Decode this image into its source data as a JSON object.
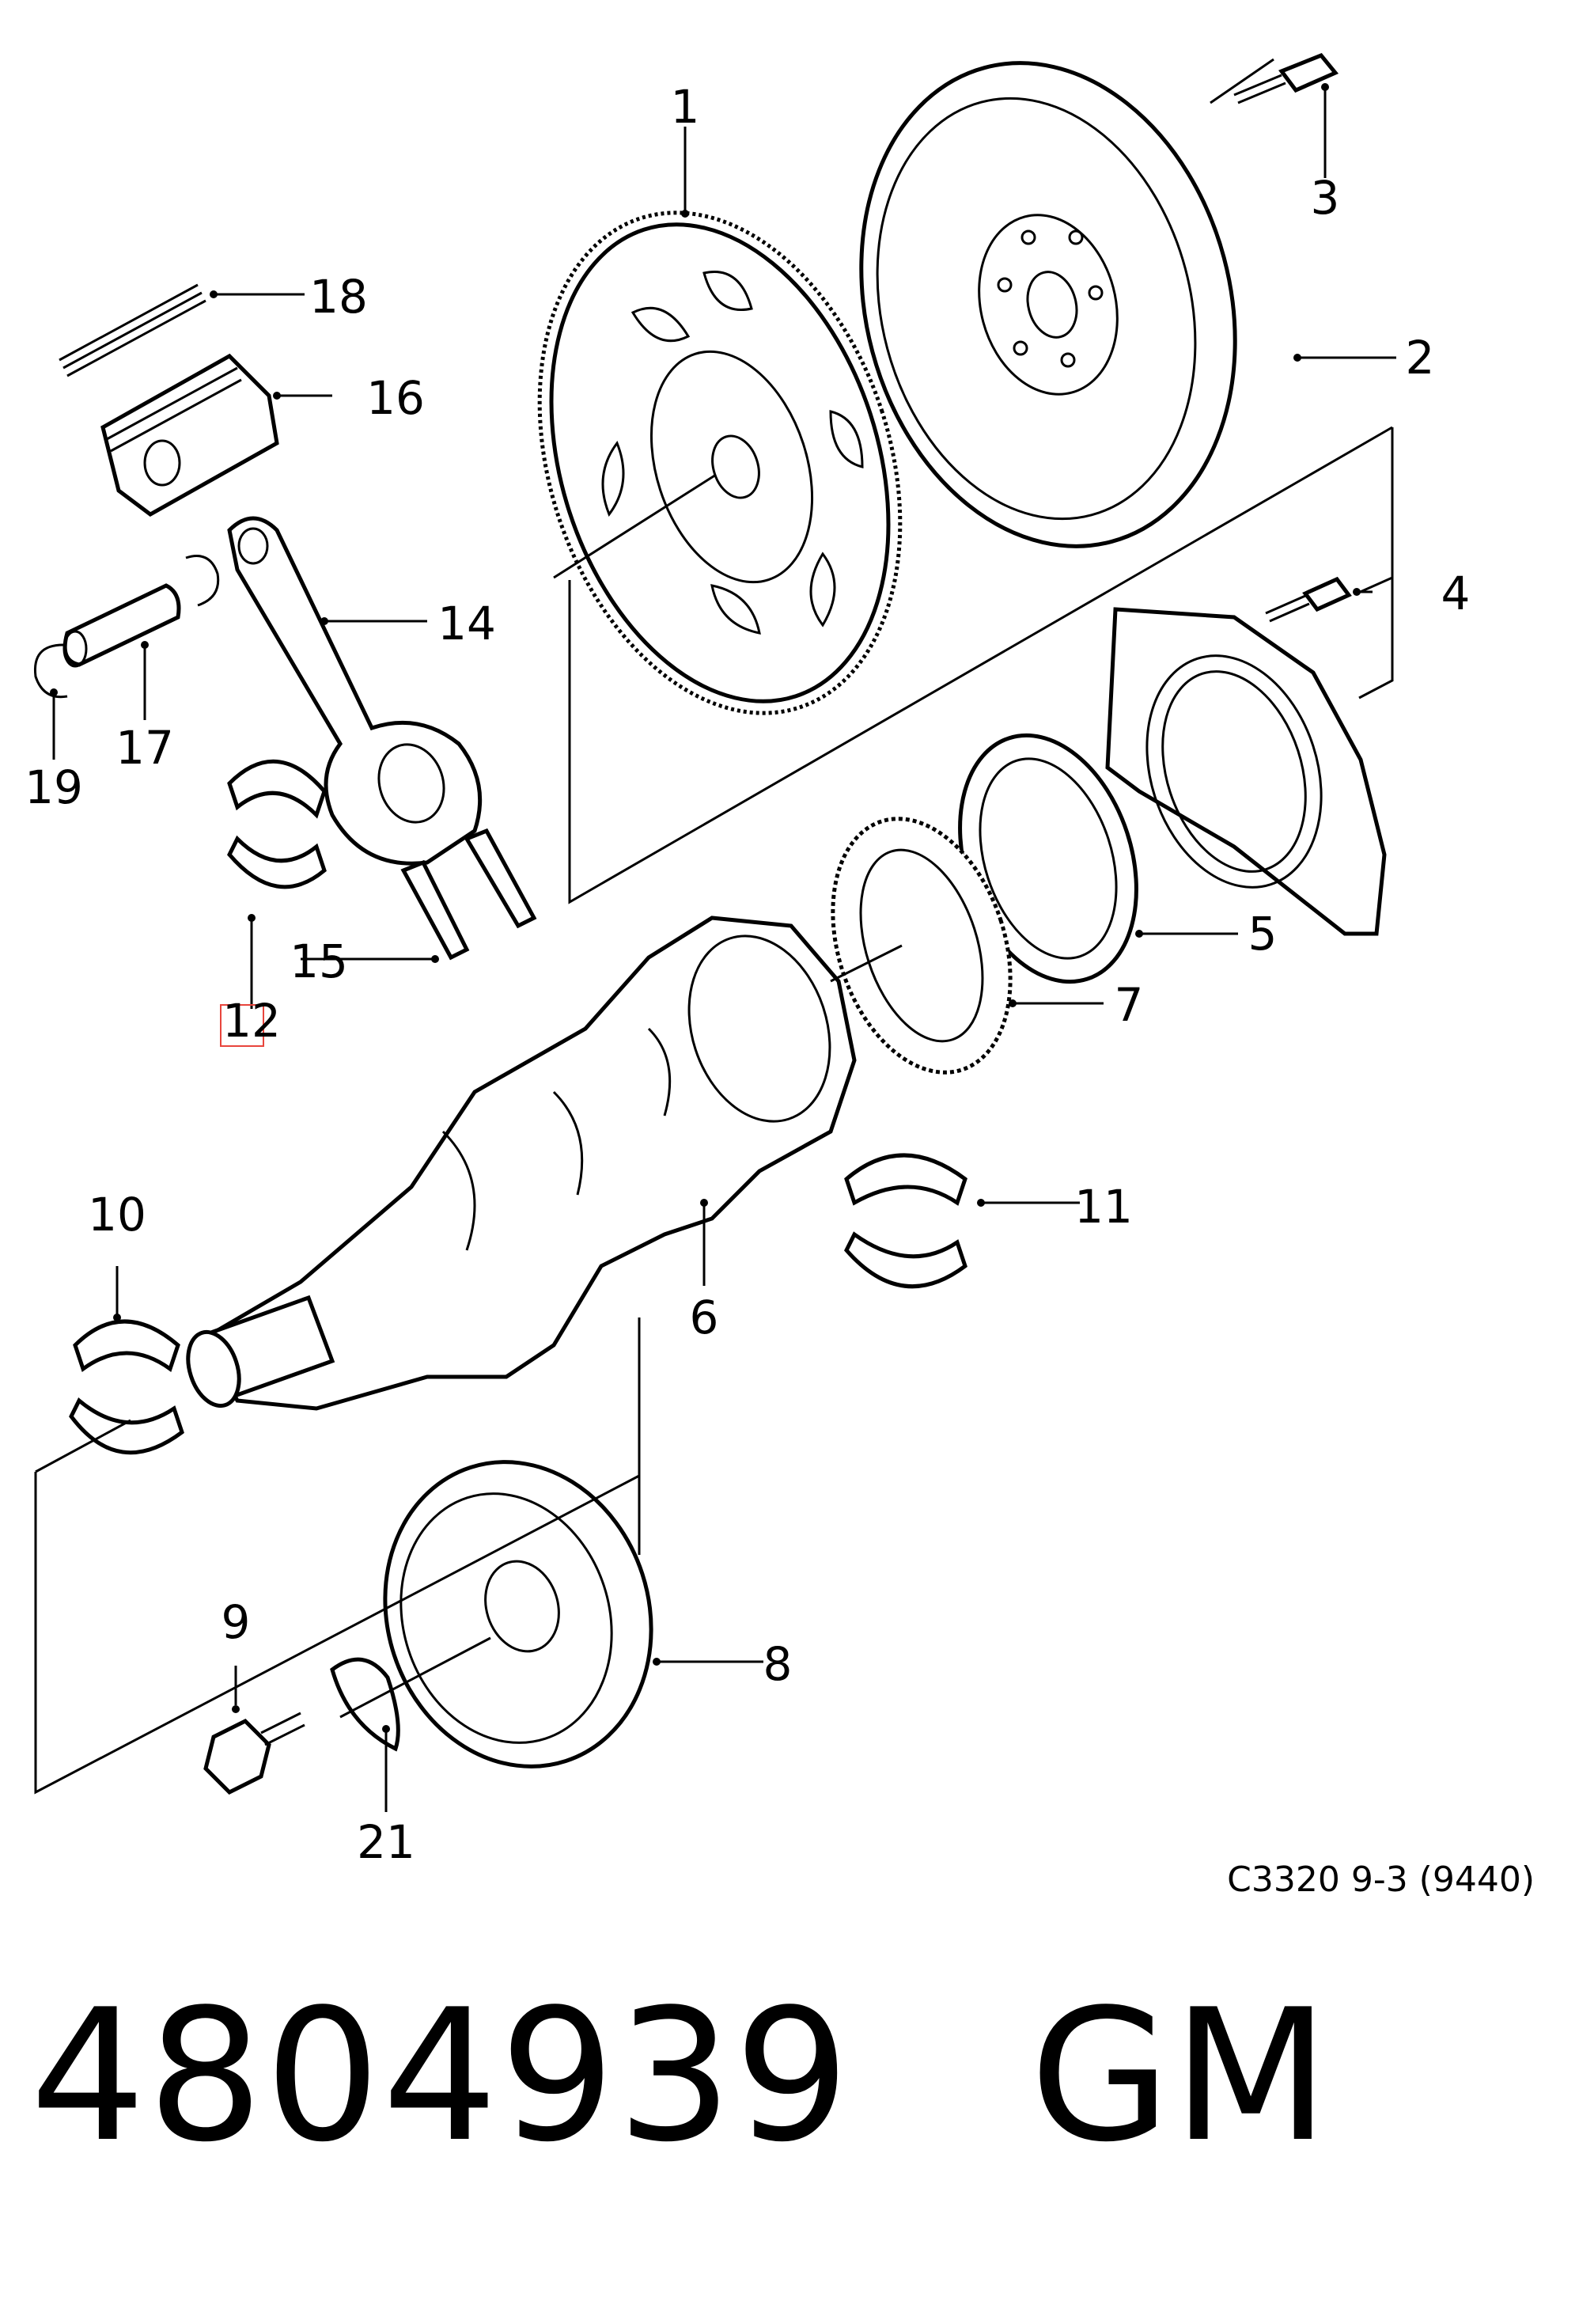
{
  "diagram": {
    "reference_code": "C3320 9-3 (9440)",
    "callouts": [
      "1",
      "2",
      "3",
      "4",
      "5",
      "6",
      "7",
      "8",
      "9",
      "10",
      "11",
      "12",
      "14",
      "15",
      "16",
      "17",
      "18",
      "19",
      "21"
    ],
    "highlighted_callout": "12",
    "highlight_color": "#e8453c"
  },
  "part": {
    "number": "4804939",
    "brand": "GM"
  }
}
